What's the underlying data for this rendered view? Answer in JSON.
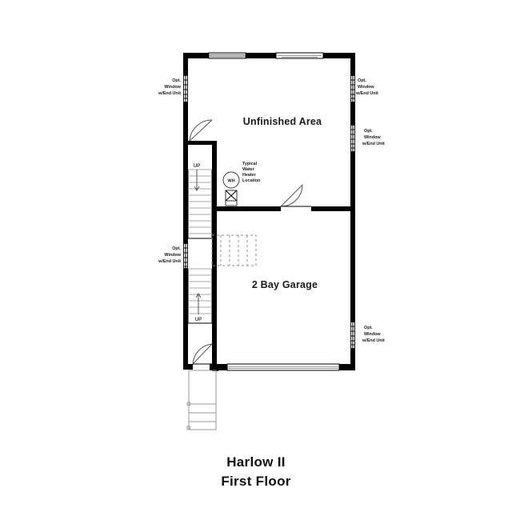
{
  "plan": {
    "title_line_1": "Harlow II",
    "title_line_2": "First Floor",
    "rooms": [
      {
        "name": "unfinished-area",
        "label": "Unfinished Area"
      },
      {
        "name": "two-bay-garage",
        "label": "2 Bay Garage"
      }
    ],
    "annotations": {
      "water_heater_note_line_1": "Typical",
      "water_heater_note_line_2": "Water",
      "water_heater_note_line_3": "Heater",
      "water_heater_note_line_4": "Location",
      "water_heater_symbol": "WH",
      "stair_up_upper": "UP",
      "stair_up_lower": "UP"
    },
    "optional_windows": [
      {
        "name": "opt-window-left-upper",
        "line_1": "Opt.",
        "line_2": "Window",
        "line_3": "w/End Unit",
        "side": "left"
      },
      {
        "name": "opt-window-left-lower",
        "line_1": "Opt.",
        "line_2": "Window",
        "line_3": "w/End Unit",
        "side": "left"
      },
      {
        "name": "opt-window-right-upper",
        "line_1": "Opt.",
        "line_2": "Window",
        "line_3": "w/End Unit",
        "side": "right"
      },
      {
        "name": "opt-window-right-middle",
        "line_1": "Opt.",
        "line_2": "Window",
        "line_3": "w/End Unit",
        "side": "right"
      },
      {
        "name": "opt-window-right-lower",
        "line_1": "Opt.",
        "line_2": "Window",
        "line_3": "w/End Unit",
        "side": "right"
      }
    ],
    "colors": {
      "wall": "#000000",
      "background": "#ffffff",
      "text": "#111111",
      "glass": "#c9c9c9",
      "stair_tread": "#a8a8a8",
      "dashed_overhead": "#8d8d8d"
    }
  }
}
